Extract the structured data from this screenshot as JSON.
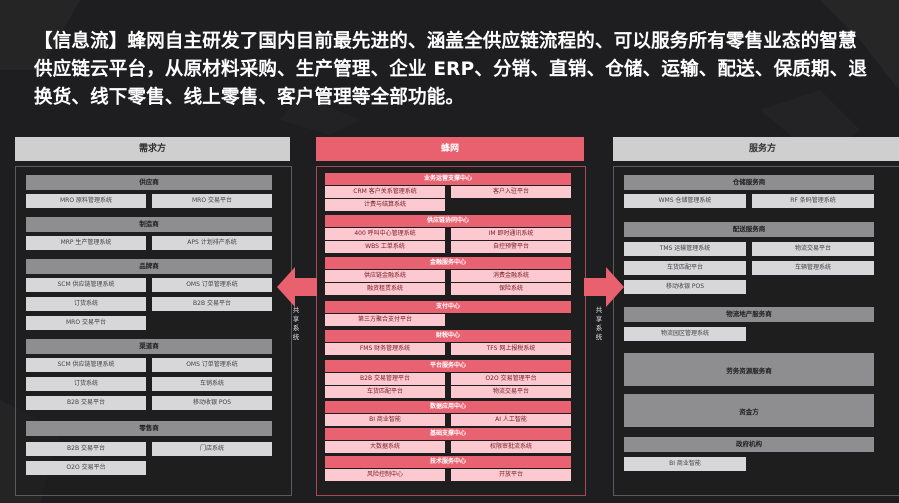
{
  "headline": "【信息流】蜂网自主研发了国内目前最先进的、涵盖全供应链流程的、可以服务所有零售业态的智慧供应链云平台，从原材料采购、生产管理、企业 ERP、分销、直销、仓储、运输、配送、保质期、退换货、线下零售、线上零售、客户管理等全部功能。",
  "left": {
    "title": "需求方",
    "groups": [
      {
        "header": "供应商",
        "cells": [
          "MRO 原料管理系统",
          "MRO 交易平台"
        ]
      },
      {
        "header": "制造商",
        "cells": [
          "MRP 生产管理系统",
          "APS 计划排产系统"
        ]
      },
      {
        "header": "品牌商",
        "cells": [
          "SCM 供应链管理系统",
          "OMS 订单管理系统",
          "订货系统",
          "B2B 交易平台",
          "MRO 交易平台"
        ]
      },
      {
        "header": "渠道商",
        "cells": [
          "SCM 供应链管理系统",
          "OMS 订单管理系统",
          "订货系统",
          "车销系统",
          "B2B 交易平台",
          "移动收银 POS"
        ]
      },
      {
        "header": "零售商",
        "cells": [
          "B2B 交易平台",
          "门店系统",
          "O2O 交易平台"
        ]
      }
    ]
  },
  "middle": {
    "title": "蜂网",
    "groups": [
      {
        "header": "业务运营支撑中心",
        "cells": [
          "CRM 客户关系管理系统",
          "客户入驻平台",
          "计费与结算系统"
        ]
      },
      {
        "header": "供应链协同中心",
        "cells": [
          "400 呼叫中心管理系统",
          "IM 即时通讯系统",
          "WBS 工单系统",
          "自控预警平台"
        ]
      },
      {
        "header": "金融服务中心",
        "cells": [
          "供应链金融系统",
          "消费金融系统",
          "融资租赁系统",
          "保险系统"
        ]
      },
      {
        "header": "支付中心",
        "cells": [
          "第三方聚合支付平台"
        ]
      },
      {
        "header": "财税中心",
        "cells": [
          "FMS 财务管理系统",
          "TFS 网上报税系统"
        ]
      },
      {
        "header": "平台服务中心",
        "cells": [
          "B2B 交易管理平台",
          "O2O 交易管理平台",
          "车货匹配平台",
          "物流交易平台"
        ]
      },
      {
        "header": "数据应用中心",
        "cells": [
          "BI 商业智能",
          "AI 人工智能"
        ]
      },
      {
        "header": "基础支撑中心",
        "cells": [
          "大数据系统",
          "权限审批流系统"
        ]
      },
      {
        "header": "技术服务中心",
        "cells": [
          "风险控制中心",
          "开放平台"
        ]
      }
    ]
  },
  "right": {
    "title": "服务方",
    "groups": [
      {
        "header": "仓储服务商",
        "cells": [
          "WMS 仓储管理系统",
          "RF 条码管理系统"
        ]
      },
      {
        "header": "配送服务商",
        "cells": [
          "TMS 运输管理系统",
          "物流交易平台",
          "车货匹配平台",
          "车辆管理系统",
          "移动收银 POS"
        ]
      },
      {
        "header": "物流地产服务商",
        "cells": [
          "物流园区管理系统"
        ]
      },
      {
        "header": "劳务资源服务商",
        "cells": []
      },
      {
        "header": "资金方",
        "cells": []
      },
      {
        "header": "政府机构",
        "cells": [
          "BI 商业智能"
        ]
      }
    ]
  },
  "arrows": {
    "left_label": "共享系统",
    "right_label": "共享系统"
  },
  "colors": {
    "accent": "#e9606f",
    "accent_light": "#fbc9cf",
    "gray": "#8e8e91",
    "background": "#1e1e20"
  }
}
